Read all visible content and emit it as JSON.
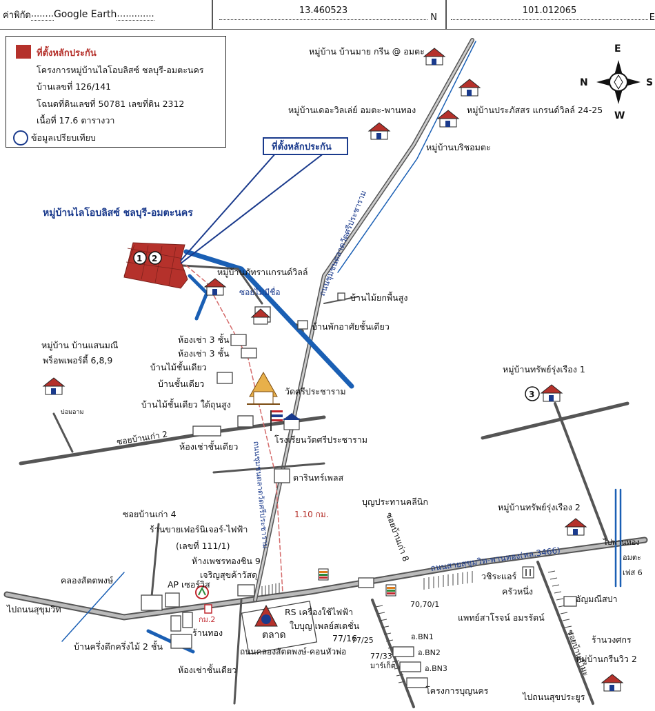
{
  "header": {
    "coord_label": "ค่าพิกัด",
    "source_dots_left": "........",
    "source": "Google Earth",
    "source_dots_right": "…..........",
    "lat_value": "13.460523",
    "lat_suffix": "N",
    "lon_value": "101.012065",
    "lon_suffix": "E"
  },
  "legend": {
    "property_label": "ที่ตั้งหลักประกัน",
    "project_line": "โครงการหมู่บ้านไลโอบลิสซ์ ชลบุรี-อมตะนคร",
    "house_no": "บ้านเลขที่ 126/141",
    "deed_line": "โฉนดที่ดินเลขที่  50781  เลขที่ดิน 2312",
    "area_line": "เนื้อที่ 17.6  ตารางวา",
    "comparable_label": "ข้อมูลเปรียบเทียบ",
    "property_color": "#b5312b",
    "comparable_color": "#1a3a8c"
  },
  "compass": {
    "n": "N",
    "s": "S",
    "e": "E",
    "w": "W"
  },
  "callout": "ที่ตั้งหลักประกัน",
  "project_title": "หมู่บ้านไลโอบลิสซ์ ชลบุรี-อมตะนคร",
  "markers": {
    "subject": "① ②",
    "comp3": "③"
  },
  "distance": "1.10 กม.",
  "roads": {
    "rd_main": "ถนนสายสุขุมวิท-พานทอง(ทล.3466)",
    "rd_watsri": "ถนนชุมชนตลาดวัดศรีประชาราม",
    "rd_soi_nameless": "ซอยไม่มีชื่อ",
    "rd_soi_old2": "ซอยบ้านเก่า 2",
    "rd_soi_old8": "ซอยบ้านเก่า 8",
    "rd_klong": "ถนนคลองสัตตพงษ์-คอนหัวพ่อ",
    "rd_vertical_mid": "ถนนชุมชนตลาดวัดศรีประชาราม"
  },
  "places": {
    "p_baan_mai_green": "หมู่บ้าน บ้านมาย กรีน @ อมตะ",
    "p_the_villa": "หมู่บ้านเดอะวิลเล่ย์ อมตะ-พานทอง",
    "p_prapassorn": "หมู่บ้านประภัสสร แกรนด์วิลล์ 24-25",
    "p_borisorn": "หมู่บ้านบริชอมตะ",
    "p_pattra": "หมู่บ้านภัทราแกรนด์วิลล์",
    "p_stilt_house": "บ้านไม้ยกพื้นสูง",
    "p_single_storey_homestay": "บ้านพักอาศัยชั้นเดียว",
    "p_saenmanee": "หมู่บ้าน บ้านแสนมณี\nพร็อพเพอร์ตี้ 6,8,9",
    "p_pond": "บ่อมอาม",
    "p_room3a": "ห้องเช่า 3 ชั้น",
    "p_room3b": "ห้องเช่า 3 ชั้น",
    "p_wood1": "บ้านไม้ชั้นเดียว",
    "p_single1": "บ้านชั้นเดียว",
    "p_wood_raised": "บ้านไม้ชั้นเดียว ใต้ถุนสูง",
    "p_temple": "วัดศรีประชาราม",
    "p_school": "โรงเรียนวัดศรีประชาราม",
    "p_room1": "ห้องเช่าชั้นเดียว",
    "p_darin": "ดารินทร์เพลส",
    "p_sap_rungruang1": "หมู่บ้านทรัพย์รุ่งเรือง 1",
    "p_sap_rungruang2": "หมู่บ้านทรัพย์รุ่งเรือง 2",
    "p_boon_clinic": "บุญประทานคลีนิก",
    "p_soi_old4": "ซอยบ้านเก่า 4",
    "p_furniture": "ร้านขายเฟอร์นิเจอร์-ไฟฟ้า\n(เลขที่ 111/1)",
    "p_gold": "ห้างเพชรทองชิน 9\nเจริญสุขค้าวัสดุ",
    "p_klong_sattapong": "คลองสัตตพงษ์",
    "p_ap_ceramic": "AP เซอร์วิส",
    "p_to_sukhumvit": "ไปถนนสุขุมวิท",
    "p_km2": "กม.2",
    "p_rs": "RS เครื่องใช้ไฟฟ้า",
    "p_boon_express": "ใบบุญ เพลย์สเตชั่น\n77/16",
    "p_market": "ตลาด",
    "p_gold_shop": "ร้านทอง",
    "p_two_storey": "บ้านครึ่งตึกครึ่งไม้ 2 ชั้น",
    "p_room2": "ห้องเช่าชั้นเดียว",
    "p_757": "77/25",
    "p_7733": "77/33",
    "p_market_bn": "มาร์เก็ต",
    "p_bn1": "อ.BN1",
    "p_bn2": "อ.BN2",
    "p_bn3": "อ.BN3",
    "p_boonnakorn": "โครงการบุญนคร",
    "p_70": "70,70/1",
    "p_wachira": "วชิระแอร์",
    "p_kruanueng": "ครัวหนึ่ง",
    "p_anumani": "อัญมณีสปา",
    "p_doctor": "แพทย์สาโรจน์ อมรรัตน์",
    "p_wongsakorn": "ร้านวงศกร",
    "p_green_view2": "หมู่บ้านกรีนวิว 2",
    "p_to_amata": "ไปพานทอง\nอมตะ\nเฟส 6",
    "p_to_sukprasert": "ไปถนนสุขประยูร",
    "p_soi_ganmak": "ซอยบ้านกำมะ"
  }
}
